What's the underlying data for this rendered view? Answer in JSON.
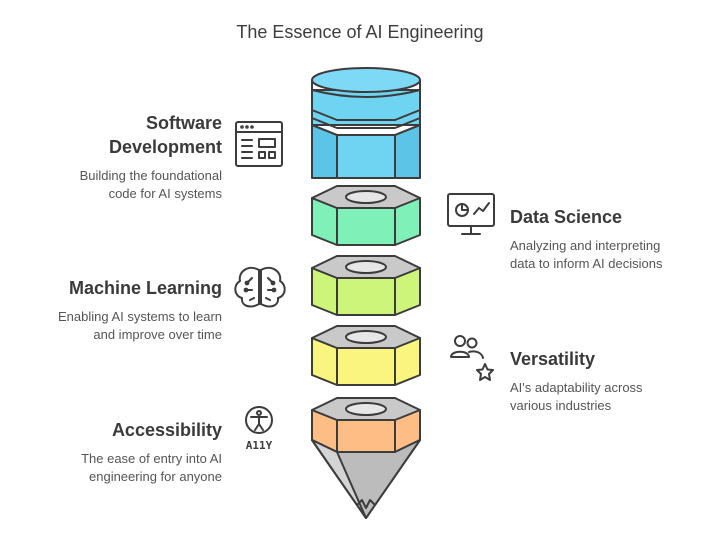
{
  "title": "The Essence of AI Engineering",
  "items": [
    {
      "heading_line1": "Software",
      "heading_line2": "Development",
      "desc_line1": "Building the foundational",
      "desc_line2": "code for AI systems",
      "color": "#6fd3f2",
      "icon": "code-window-icon"
    },
    {
      "heading": "Data Science",
      "desc_line1": "Analyzing and interpreting",
      "desc_line2": "data to inform AI decisions",
      "color": "#7ef0b8",
      "icon": "monitor-chart-icon"
    },
    {
      "heading": "Machine Learning",
      "desc_line1": "Enabling AI systems to learn",
      "desc_line2": "and improve over time",
      "color": "#cdf57a",
      "icon": "brain-circuit-icon"
    },
    {
      "heading": "Versatility",
      "desc_line1": "AI's adaptability across",
      "desc_line2": "various industries",
      "color": "#f9f57f",
      "icon": "people-star-icon"
    },
    {
      "heading": "Accessibility",
      "desc_line1": "The ease of entry into AI",
      "desc_line2": "engineering for anyone",
      "color": "#ffbd86",
      "icon": "a11y-icon",
      "icon_text": "A11Y"
    }
  ]
}
